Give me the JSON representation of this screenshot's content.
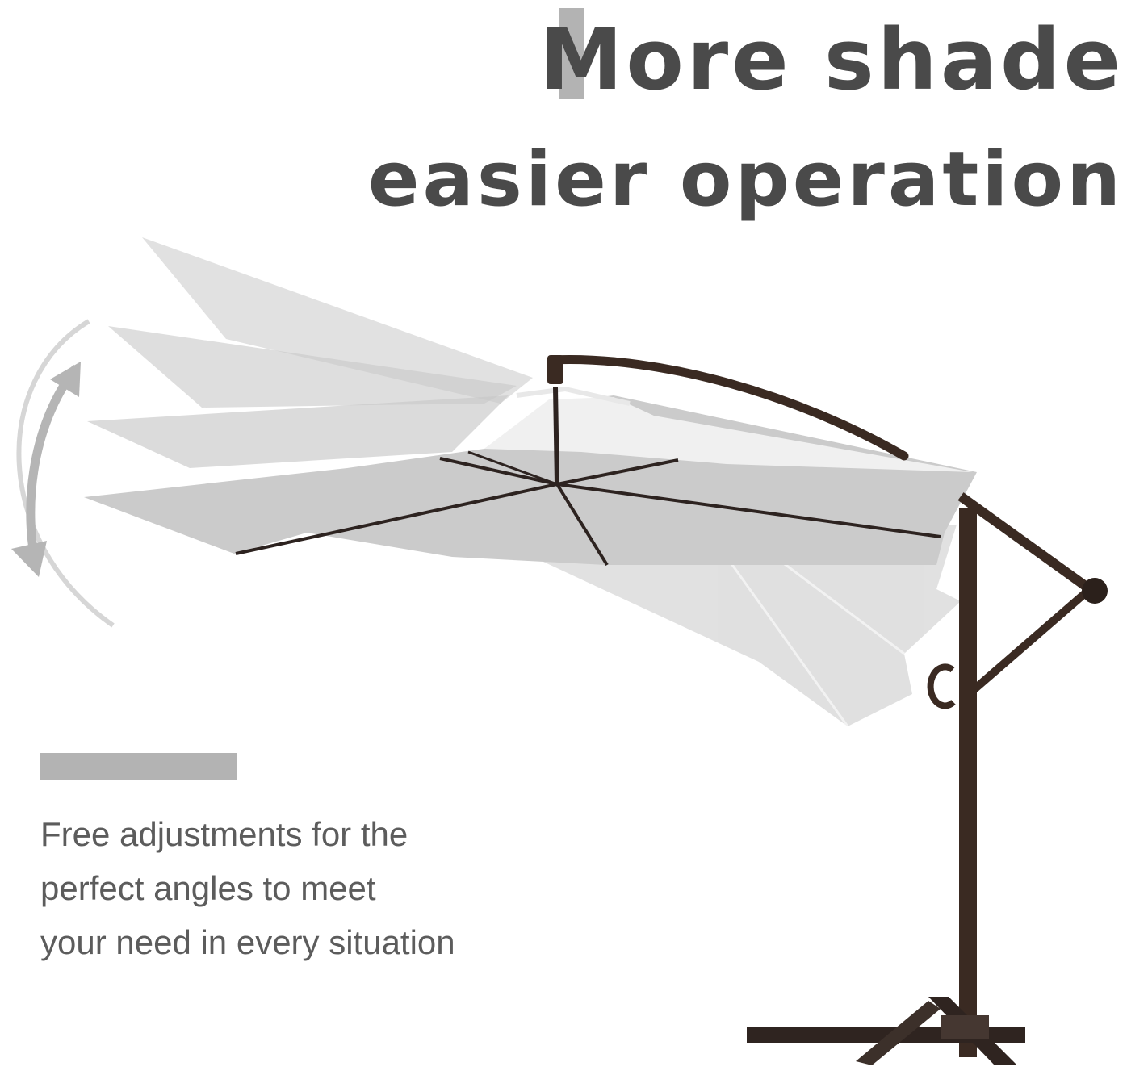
{
  "headline": {
    "line1": "More shade",
    "line2": "easier operation"
  },
  "description": {
    "lines": [
      "Free adjustments for the",
      "perfect angles to meet",
      "your need in every situation"
    ]
  },
  "colors": {
    "headline": "#4a4a4a",
    "accent_bar": "#b3b3b3",
    "body_text": "#5c5c5c",
    "pole": "#3a2a22",
    "canopy": "#c9c9c9"
  },
  "icons": [
    "tilt-arrow-icon"
  ]
}
